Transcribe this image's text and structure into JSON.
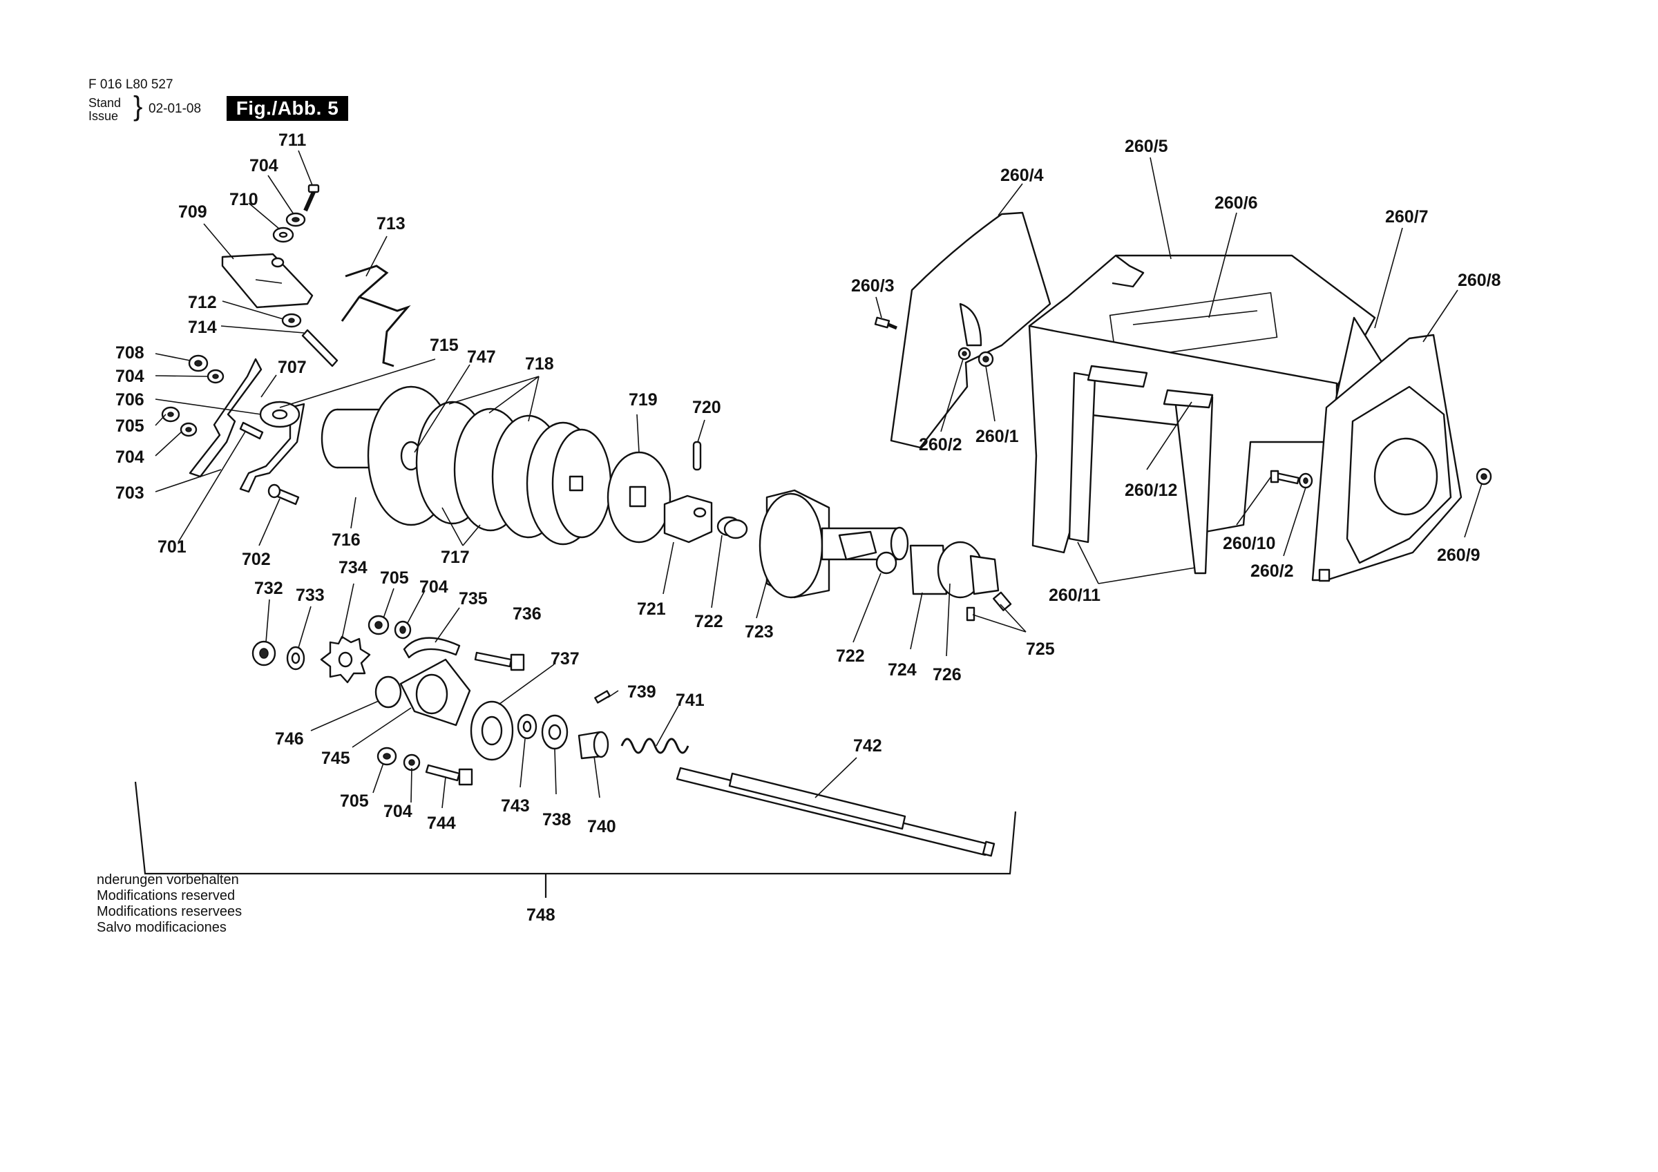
{
  "header": {
    "doc_number": "F 016 L80 527",
    "stand_issue": [
      "Stand",
      "Issue"
    ],
    "date": "02-01-08",
    "fig_label": "Fig./Abb. 5"
  },
  "disclaimer": [
    "nderungen vorbehalten",
    "Modifications reserved",
    "Modifications reservees",
    "Salvo modificaciones"
  ],
  "callouts": [
    "711",
    "704",
    "710",
    "709",
    "713",
    "712",
    "714",
    "708",
    "704",
    "707",
    "706",
    "705",
    "704",
    "703",
    "715",
    "747",
    "718",
    "719",
    "720",
    "716",
    "717",
    "701",
    "702",
    "721",
    "722",
    "723",
    "722",
    "724",
    "726",
    "725",
    "734",
    "732",
    "733",
    "705",
    "704",
    "735",
    "736",
    "737",
    "739",
    "741",
    "742",
    "746",
    "745",
    "705",
    "704",
    "744",
    "743",
    "738",
    "740",
    "748",
    "260/5",
    "260/4",
    "260/6",
    "260/7",
    "260/3",
    "260/8",
    "260/2",
    "260/1",
    "260/12",
    "260/10",
    "260/2",
    "260/9",
    "260/11"
  ]
}
